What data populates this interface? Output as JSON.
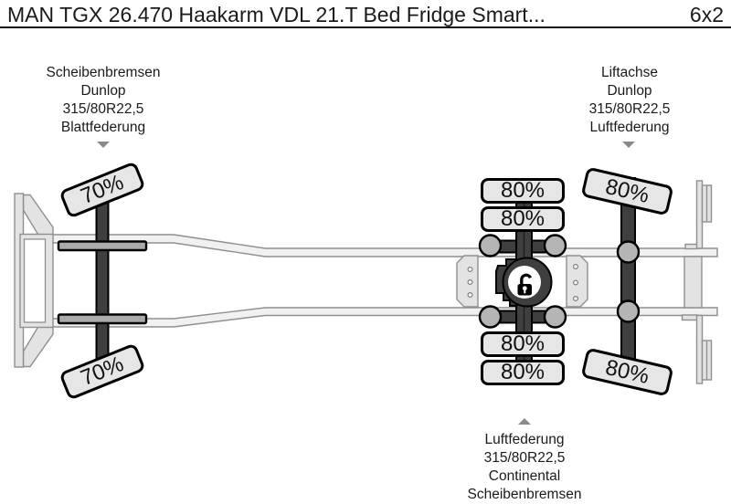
{
  "header": {
    "title": "MAN TGX 26.470 Haakarm VDL 21.T Bed Fridge Smart...",
    "axle_config": "6x2"
  },
  "axle_labels": {
    "front": {
      "lines": [
        "Scheibenbremsen",
        "Dunlop",
        "315/80R22,5",
        "Blattfederung"
      ]
    },
    "lift": {
      "lines": [
        "Liftachse",
        "Dunlop",
        "315/80R22,5",
        "Luftfederung"
      ]
    },
    "drive": {
      "lines": [
        "Luftfederung",
        "315/80R22,5",
        "Continental",
        "Scheibenbremsen"
      ]
    }
  },
  "tires": {
    "front_top": {
      "tread": "70%"
    },
    "front_bottom": {
      "tread": "70%"
    },
    "drive_top_outer": {
      "tread": "80%"
    },
    "drive_top_inner": {
      "tread": "80%"
    },
    "drive_bottom_inner": {
      "tread": "80%"
    },
    "drive_bottom_outer": {
      "tread": "80%"
    },
    "lift_top": {
      "tread": "80%"
    },
    "lift_bottom": {
      "tread": "80%"
    }
  },
  "icons": {
    "front_axle_marker": "arrow-down",
    "lift_axle_marker": "arrow-down",
    "drive_axle_marker": "arrow-up",
    "diff_lock": "open-padlock"
  },
  "colors": {
    "tire_fill": "#e6e6e6",
    "axle_dark": "#3f3f3f",
    "metal_light": "#f1f1f1",
    "metal_mid": "#e3e3e3",
    "metal_stroke": "#8f8f8f",
    "spring_fill": "#ababab",
    "airbag_fill": "#b5b5b5",
    "arrow_gray": "#8a8a8a",
    "line_black": "#111111",
    "text_color": "#1a1a1a"
  }
}
